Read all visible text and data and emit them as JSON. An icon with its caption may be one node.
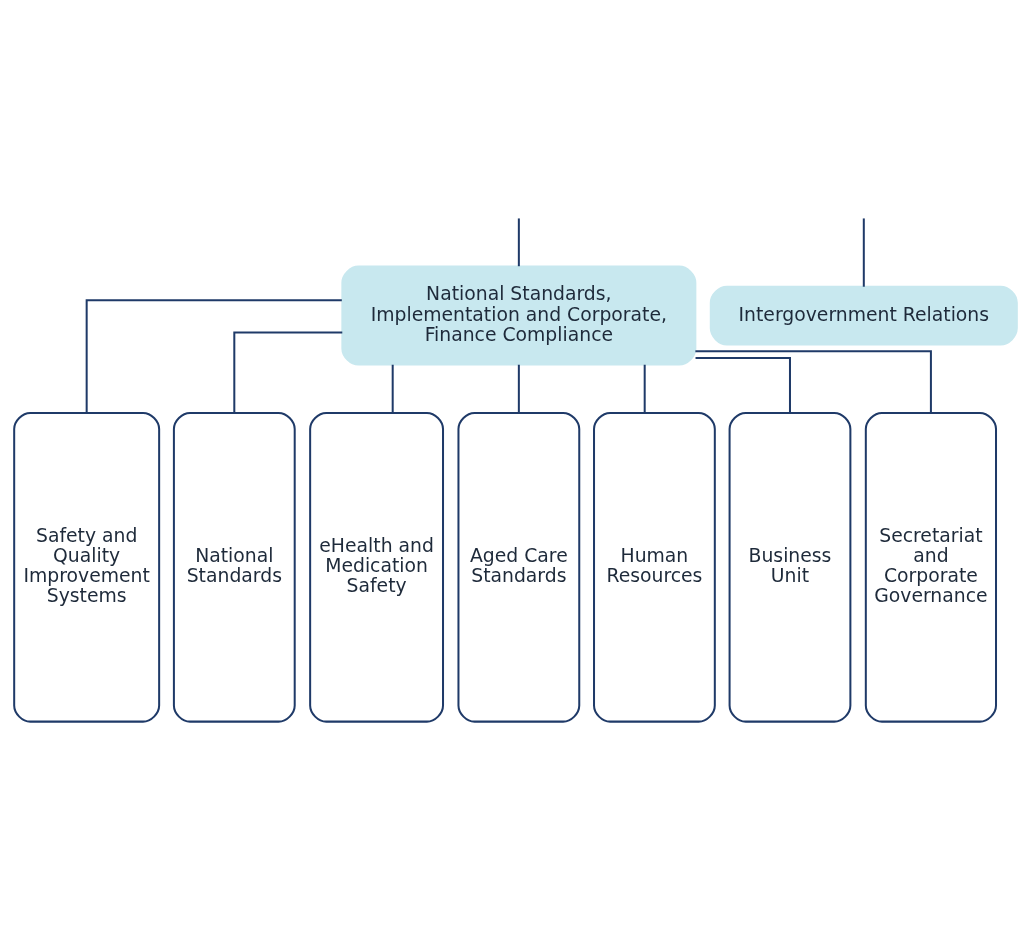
{
  "diagram": {
    "nodes": [
      {
        "text": [
          "National Standards, Implementation and Corporate, Finance Compliance"
        ]
      },
      {
        "text": [
          "Intergovernment Relations"
        ]
      },
      {
        "text": [
          "Safety and Quality Improvement Systems"
        ]
      },
      {
        "text": [
          "National Standards"
        ]
      },
      {
        "text": [
          "eHealth and Medication Safety"
        ]
      },
      {
        "text": [
          "Aged Care Standards"
        ]
      },
      {
        "text": [
          "Human Resources"
        ]
      },
      {
        "text": [
          "Business Unit"
        ]
      },
      {
        "text": [
          "Secretariat and Corporate Governance"
        ]
      }
    ],
    "edges": [
      {
        "from": null,
        "to": 0,
        "arrow": "none"
      },
      {
        "from": null,
        "to": 1,
        "arrow": "none"
      },
      {
        "from": 0,
        "to": 2,
        "arrow": "none"
      },
      {
        "from": 0,
        "to": 3,
        "arrow": "none"
      },
      {
        "from": 0,
        "to": 4,
        "arrow": "none"
      },
      {
        "from": 0,
        "to": 5,
        "arrow": "none"
      },
      {
        "from": 0,
        "to": 6,
        "arrow": "none"
      },
      {
        "from": 0,
        "to": 7,
        "arrow": "none"
      },
      {
        "from": 0,
        "to": 8,
        "arrow": "none"
      }
    ]
  }
}
